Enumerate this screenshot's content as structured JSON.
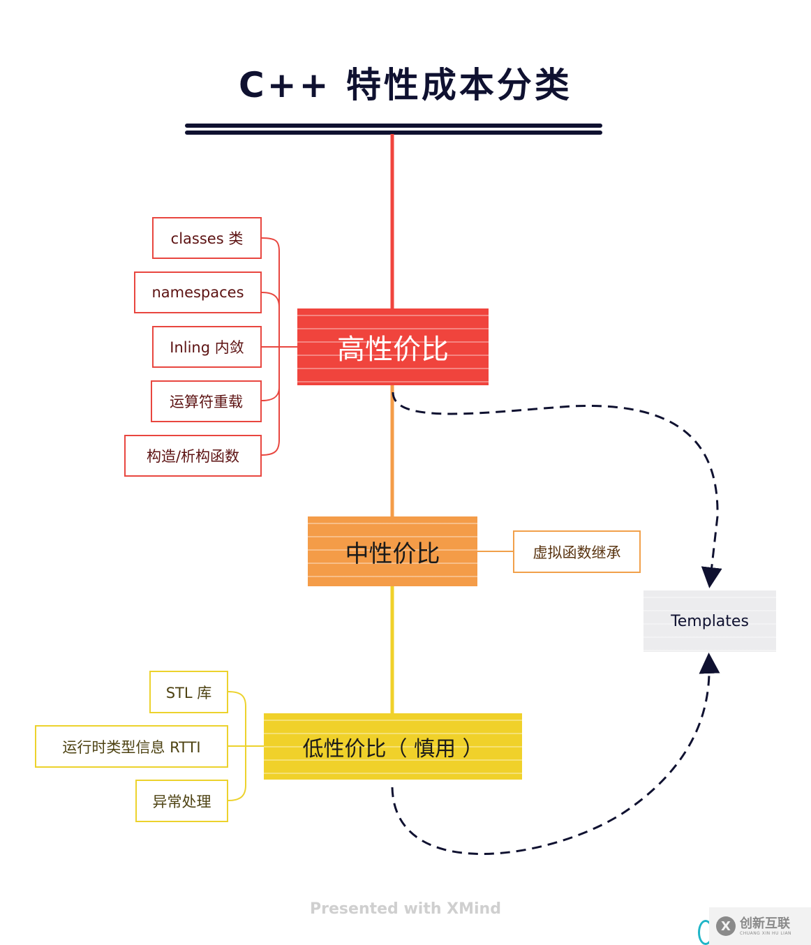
{
  "title": "C++ 特性成本分类",
  "colors": {
    "title": "#0f1130",
    "high": "#f0443d",
    "medium": "#f49c48",
    "low": "#f0d12a",
    "templates": "#ececee",
    "relationship": "#0f1130"
  },
  "topics": {
    "high": {
      "label": "高性价比",
      "children": [
        "classes 类",
        "namespaces",
        "Inling 内敛",
        "运算符重载",
        "构造/析构函数"
      ]
    },
    "medium": {
      "label": "中性价比",
      "children": [
        "虚拟函数继承"
      ]
    },
    "low": {
      "label": "低性价比（ 慎用 ）",
      "children": [
        "STL 库",
        "运行时类型信息 RTTI",
        "异常处理"
      ]
    },
    "floating": {
      "label": "Templates"
    }
  },
  "footer": "Presented with XMind",
  "watermark": {
    "logo_letter": "X",
    "name_cn": "创新互联",
    "name_en": "CHUANG XIN HU LIAN"
  }
}
